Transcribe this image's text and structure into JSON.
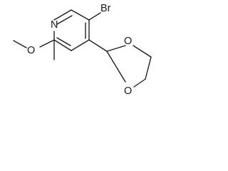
{
  "structure": {
    "atoms": {
      "nitrogen": "N",
      "bromine": "Br",
      "methoxy_oxygen": "O",
      "dioxolane_oxygen_top": "O",
      "dioxolane_oxygen_bottom": "O"
    }
  }
}
